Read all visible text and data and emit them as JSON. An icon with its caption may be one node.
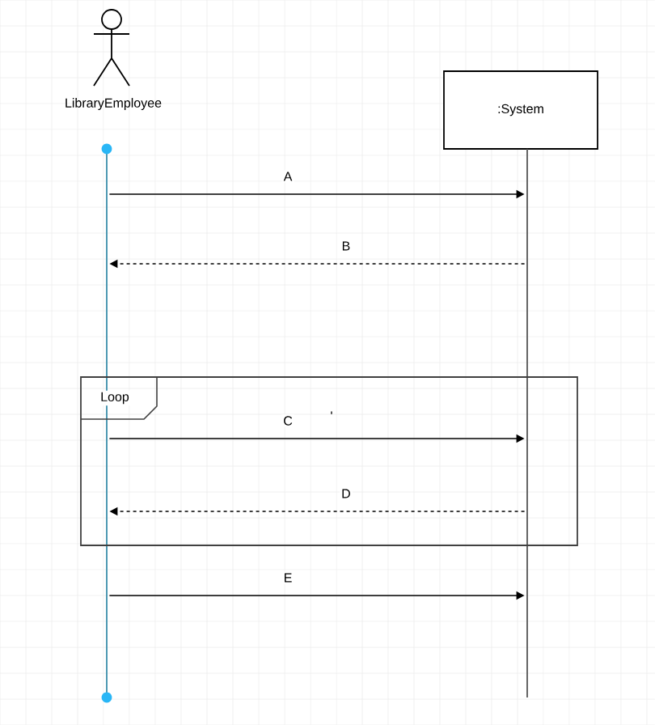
{
  "diagram": {
    "nodes": [
      {
        "text": [],
        "shape": "person",
        "beside": [
          "LibraryEmployee"
        ]
      },
      {
        "text": [
          ":System"
        ]
      },
      {
        "text": [],
        "shape": "bar"
      },
      {
        "text": [],
        "shape": "bar"
      }
    ],
    "edges": [
      {
        "from": 2,
        "to": 3,
        "arrow": "to",
        "label": "A"
      },
      {
        "from": 3,
        "to": 2,
        "arrow": "to",
        "label": "B",
        "style": "dashed"
      },
      {
        "from": 2,
        "to": 3,
        "arrow": "to",
        "label": "C"
      },
      {
        "from": 3,
        "to": 2,
        "arrow": "to",
        "label": "D",
        "style": "dashed"
      },
      {
        "from": 2,
        "to": 3,
        "arrow": "to",
        "label": "E"
      }
    ],
    "labels": [
      "Loop",
      "'"
    ]
  }
}
